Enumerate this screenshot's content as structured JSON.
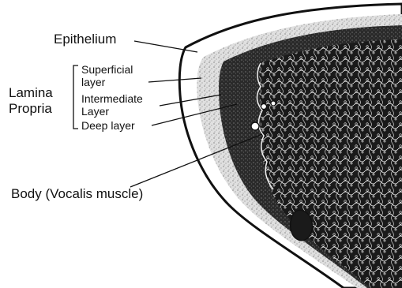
{
  "figure": {
    "labels": {
      "epithelium": "Epithelium",
      "lamina_propria_line1": "Lamina",
      "lamina_propria_line2": "Propria",
      "superficial_line1": "Superficial",
      "superficial_line2": "layer",
      "intermediate_line1": "Intermediate",
      "intermediate_line2": "Layer",
      "deep": "Deep layer",
      "body": "Body (Vocalis muscle)"
    },
    "colors": {
      "ink": "#111111",
      "background": "#ffffff",
      "muscle": "#1a1a1a",
      "lamina_light": "#d9d9d9"
    }
  }
}
